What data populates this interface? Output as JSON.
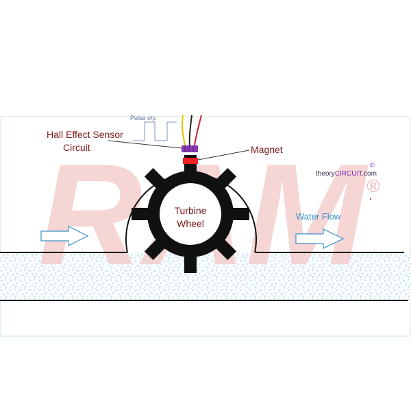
{
  "labels": {
    "pulse": "Pulse o/p",
    "sensor_line1": "Hall Effect Sensor",
    "sensor_line2": "Circuit",
    "magnet": "Magnet",
    "turbine_line1": "Turbine",
    "turbine_line2": "Wheel",
    "water_flow": "Water Flow"
  },
  "brand": {
    "prefix": "theory",
    "highlight": "CIRCUIT",
    "suffix": ".com",
    "copyright": "©",
    "watermark": "RAM",
    "registered": "®"
  },
  "colors": {
    "label_dark_red": "#7a1a1a",
    "label_gray": "#5a6f96",
    "water_flow_text": "#2f8fc9",
    "arrow_stroke": "#3a8fc8",
    "brand_purple": "#7d2fb0",
    "brand_text": "#33334d",
    "magnet": "#ee2222",
    "sensor": "#8a3ab0",
    "watermark": "#f4c7c7",
    "water_speckle": "#c9e6f5",
    "housing_line": "#111111",
    "wheel": "#111111",
    "wire_yellow": "#e8c200",
    "wire_red": "#d22222",
    "wire_black": "#222222"
  }
}
